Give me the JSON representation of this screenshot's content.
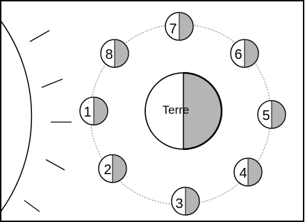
{
  "earth": {
    "label": "Terre"
  },
  "moons": [
    {
      "number": "1"
    },
    {
      "number": "2"
    },
    {
      "number": "3"
    },
    {
      "number": "4"
    },
    {
      "number": "5"
    },
    {
      "number": "6"
    },
    {
      "number": "7"
    },
    {
      "number": "8"
    }
  ],
  "colors": {
    "shadow": "#b5b5b5",
    "lit": "#ffffff",
    "outline": "#000000",
    "orbit": "#777777",
    "frame": "#000000"
  }
}
